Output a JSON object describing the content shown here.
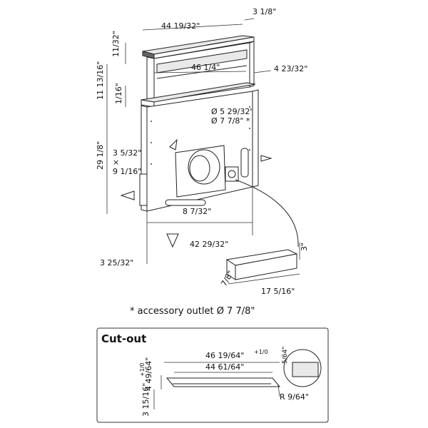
{
  "main_view": {
    "dims": {
      "top_width": "44 19/32\"",
      "top_depth": "3 1/8\"",
      "cap_height": "11/32\"",
      "inner_width": "46 1/4\"",
      "side_depth": "4 23/32\"",
      "rise": "11 13/16\"",
      "gap": "1/16\"",
      "outlet_diameters": "Ø 5 29/32\"\nØ 7 7/8\" *",
      "body_height": "29 1/8\"",
      "side_opening": "3 5/32\"\n×\n9 1/16\"",
      "bottom_slot": "8 7/32\"",
      "base_width": "42 29/32\"",
      "base_depth": "3 25/32\"",
      "box_height": "3\"",
      "box_depth": "7/8\"",
      "box_width": "17 5/16\""
    },
    "footnote": "* accessory outlet Ø 7 7/8\""
  },
  "cutout": {
    "title": "Cut-out",
    "outer_width": "46 19/64\"",
    "outer_tol": "+1/0",
    "inner_width": "44 61/64\"",
    "depth": "4 49/64\"",
    "depth_tol": "+1/0",
    "thickness": "3 15/16\"",
    "edge": "5/64\"",
    "radius": "R 9/64\""
  }
}
